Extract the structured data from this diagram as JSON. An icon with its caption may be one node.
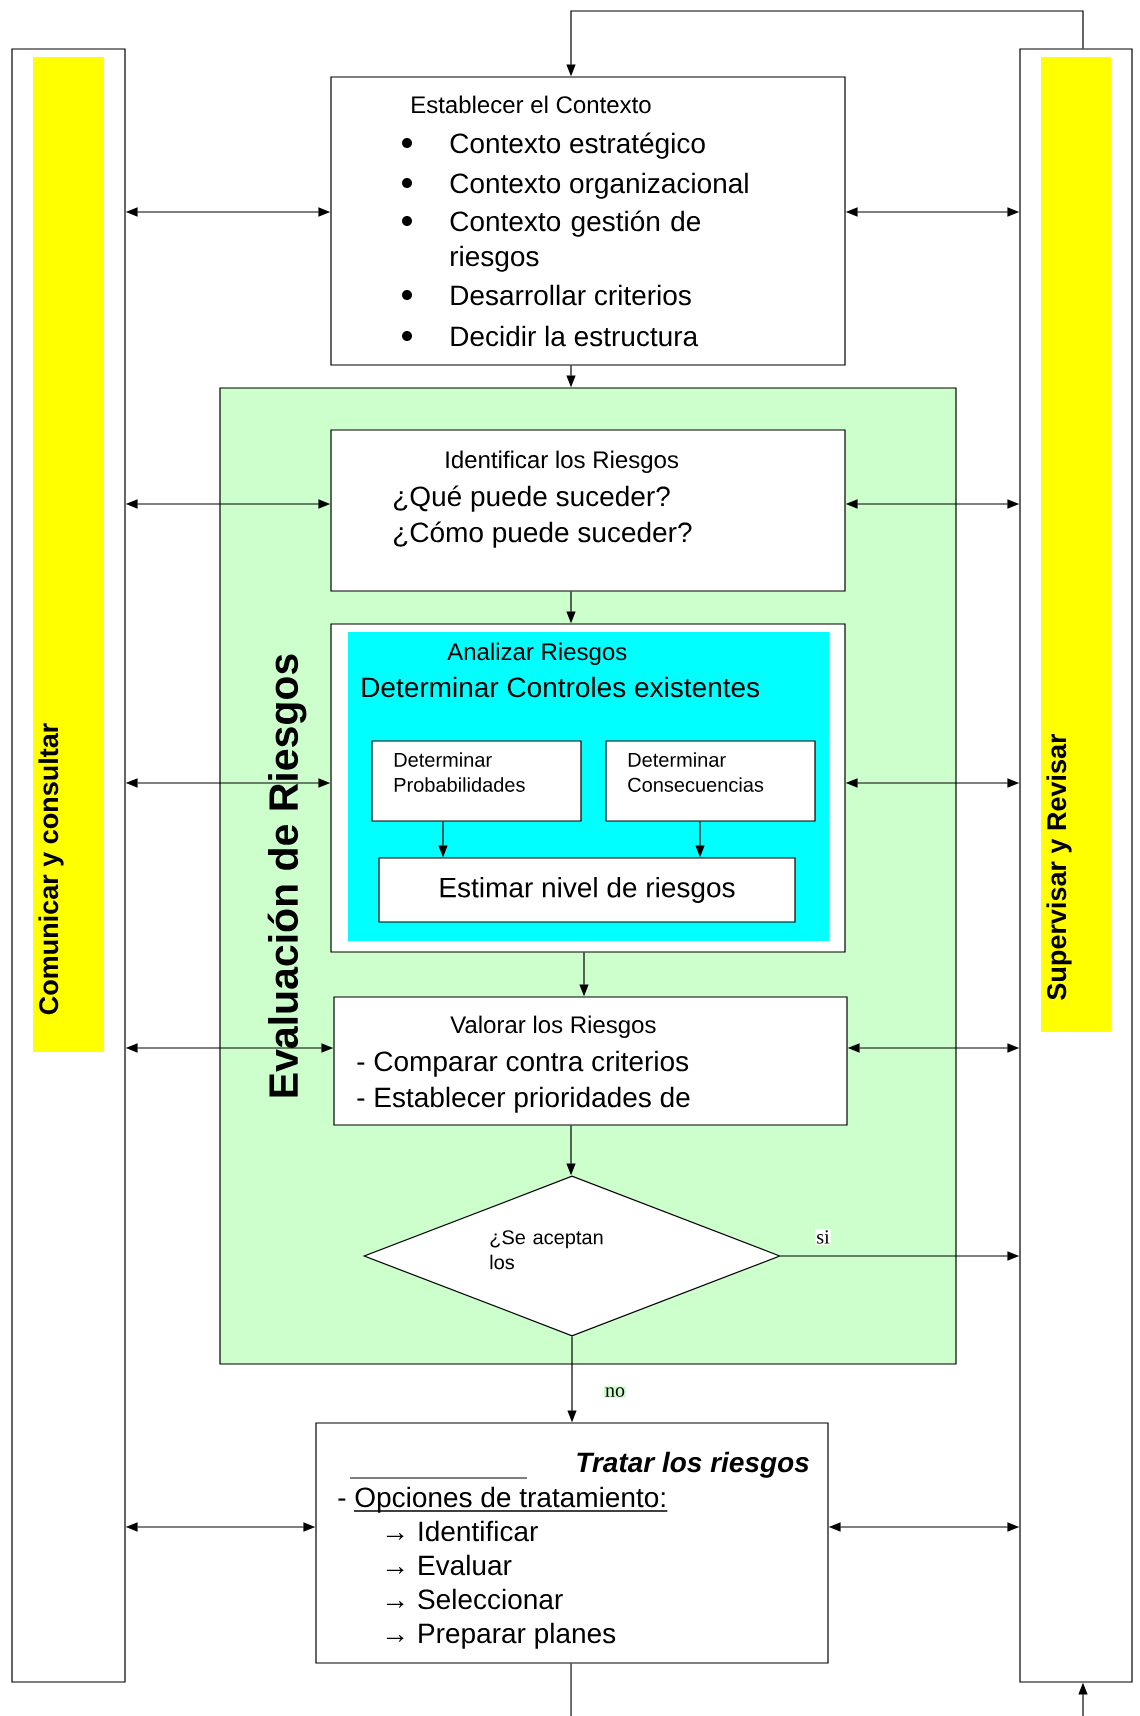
{
  "diagram": {
    "nodes": [
      {
        "text": [
          "Comunicar  y  consultar"
        ]
      },
      {
        "text": [
          "Supervisar y  Revisar"
        ]
      },
      {
        "text": [
          "Establecer el Contexto",
          "Contexto estratégico",
          "Contexto organizacional",
          "Contexto gestión de riesgos",
          "Desarrollar criterios",
          "Decidir la estructura"
        ]
      },
      {
        "text": [
          "Evaluación  de  Riesgos"
        ]
      },
      {
        "text": [
          "Identificar los Riesgos",
          "¿Qué puede suceder?",
          "¿Cómo puede suceder?"
        ],
        "in": 3
      },
      {
        "text": [
          "Analizar Riesgos",
          "Determinar Controles existentes"
        ],
        "in": 3
      },
      {
        "text": [
          "Determinar Probabilidades"
        ],
        "in": 5
      },
      {
        "text": [
          "Determinar Consecuencias"
        ],
        "in": 5
      },
      {
        "text": [
          "Estimar nivel de riesgos"
        ],
        "in": 5
      },
      {
        "text": [
          "Valorar los Riesgos",
          "- Comparar contra criterios",
          "- Establecer prioridades de"
        ],
        "in": 3
      },
      {
        "text": [
          "¿Se aceptan los"
        ],
        "in": 3
      },
      {
        "text": [
          "Tratar los riesgos",
          "- Opciones de tratamiento:",
          "→ Identificar",
          "→ Evaluar",
          "→ Seleccionar",
          "→ Preparar planes"
        ]
      }
    ],
    "edges": [
      {
        "from": 1,
        "to": 2,
        "arrow": "to"
      },
      {
        "from": 0,
        "to": 2,
        "arrow": "both"
      },
      {
        "from": 2,
        "to": 1,
        "arrow": "both"
      },
      {
        "from": 2,
        "to": 3,
        "arrow": "to"
      },
      {
        "from": 0,
        "to": 4,
        "arrow": "both"
      },
      {
        "from": 4,
        "to": 1,
        "arrow": "both"
      },
      {
        "from": 4,
        "to": 5,
        "arrow": "to"
      },
      {
        "from": 0,
        "to": 5,
        "arrow": "both"
      },
      {
        "from": 5,
        "to": 1,
        "arrow": "both"
      },
      {
        "from": 6,
        "to": 8,
        "arrow": "to"
      },
      {
        "from": 7,
        "to": 8,
        "arrow": "to"
      },
      {
        "from": 5,
        "to": 9,
        "arrow": "to"
      },
      {
        "from": 0,
        "to": 9,
        "arrow": "both"
      },
      {
        "from": 9,
        "to": 1,
        "arrow": "both"
      },
      {
        "from": 9,
        "to": 10,
        "arrow": "to"
      },
      {
        "from": 10,
        "to": 1,
        "arrow": "to",
        "label": "si"
      },
      {
        "from": 10,
        "to": 11,
        "arrow": "to",
        "label": "no"
      },
      {
        "from": 0,
        "to": 11,
        "arrow": "both"
      },
      {
        "from": 11,
        "to": 1,
        "arrow": "both"
      },
      {
        "from": 11,
        "to": null,
        "arrow": "none"
      },
      {
        "from": null,
        "to": 1,
        "arrow": "to"
      }
    ]
  }
}
